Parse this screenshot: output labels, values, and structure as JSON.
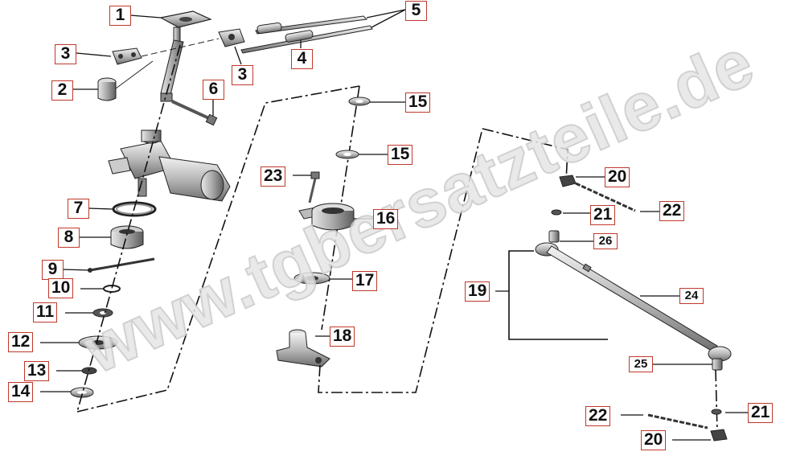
{
  "watermark": "www.tgbersatzteile.de",
  "labels": [
    "1",
    "2",
    "3",
    "3",
    "4",
    "5",
    "6",
    "7",
    "8",
    "9",
    "10",
    "11",
    "12",
    "13",
    "14",
    "15",
    "15",
    "16",
    "17",
    "18",
    "19",
    "20",
    "20",
    "21",
    "21",
    "22",
    "22",
    "23",
    "24",
    "25",
    "26"
  ],
  "colors": {
    "line": "#111111",
    "label_border": "#c0392b",
    "part_fill": "#bfbfbf",
    "part_dark": "#555555",
    "watermark": "#d9d9d9"
  }
}
